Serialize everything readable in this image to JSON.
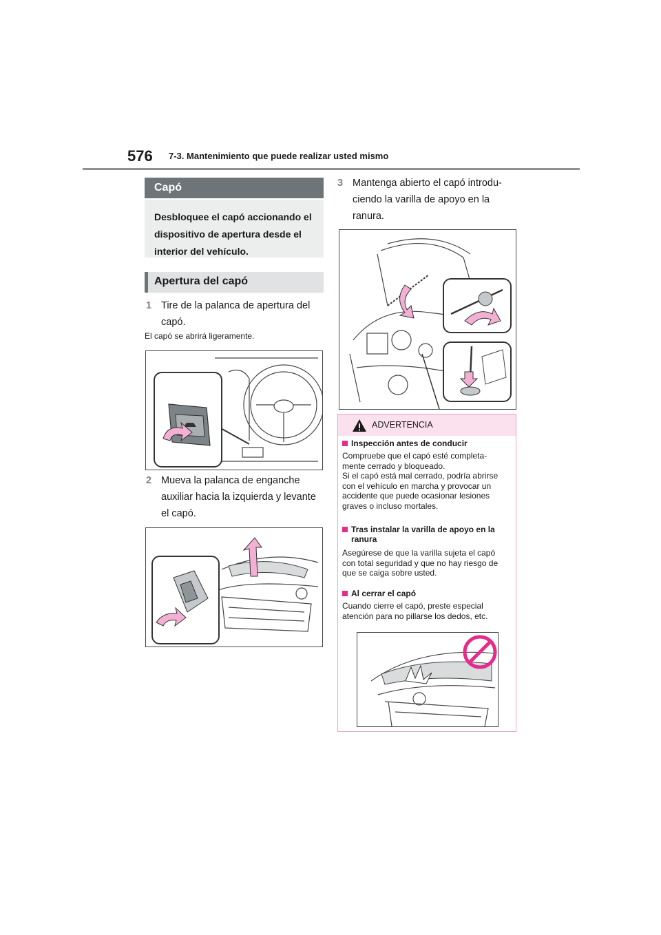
{
  "header": {
    "page_number": "576",
    "section": "7-3. Mantenimiento que puede realizar usted mismo"
  },
  "left_column": {
    "banner": "Capó",
    "intro_lines": [
      "Desbloquee el capó accionando el",
      "dispositivo de apertura desde el",
      "interior del vehículo."
    ],
    "subheading": "Apertura del capó",
    "step1": {
      "num": "1",
      "lines": [
        "Tire de la palanca de apertura del",
        "capó."
      ]
    },
    "step1_note": "El capó se abrirá ligeramente.",
    "step2": {
      "num": "2",
      "lines": [
        "Mueva la palanca de enganche",
        "auxiliar hacia la izquierda y levante",
        "el capó."
      ]
    }
  },
  "right_column": {
    "step3": {
      "num": "3",
      "lines": [
        "Mantenga abierto el capó introdu-",
        "ciendo la varilla de apoyo en la",
        "ranura."
      ]
    },
    "warning": {
      "title": "ADVERTENCIA",
      "items": [
        {
          "title": "Inspección antes de conducir",
          "lines": [
            "Compruebe que el capó esté completa-",
            "mente cerrado y bloqueado.",
            "Si el capó está mal cerrado, podría abrirse",
            "con el vehículo en marcha y provocar un",
            "accidente que puede ocasionar lesiones",
            "graves o incluso mortales."
          ]
        },
        {
          "title_lines": [
            "Tras instalar la varilla de apoyo en la",
            "ranura"
          ],
          "lines": [
            "Asegúrese de que la varilla sujeta el capó",
            "con total seguridad y que no hay riesgo de",
            "que se caiga sobre usted."
          ]
        },
        {
          "title": "Al cerrar el capó",
          "lines": [
            "Cuando cierre el capó, preste especial",
            "atención para no pillarse los dedos, etc."
          ]
        }
      ]
    }
  },
  "colors": {
    "accent_pink": "#e52c8b",
    "arrow_pink": "#f4b0d3",
    "banner_gray": "#6d7579",
    "warn_bg": "#fbe0ee"
  }
}
